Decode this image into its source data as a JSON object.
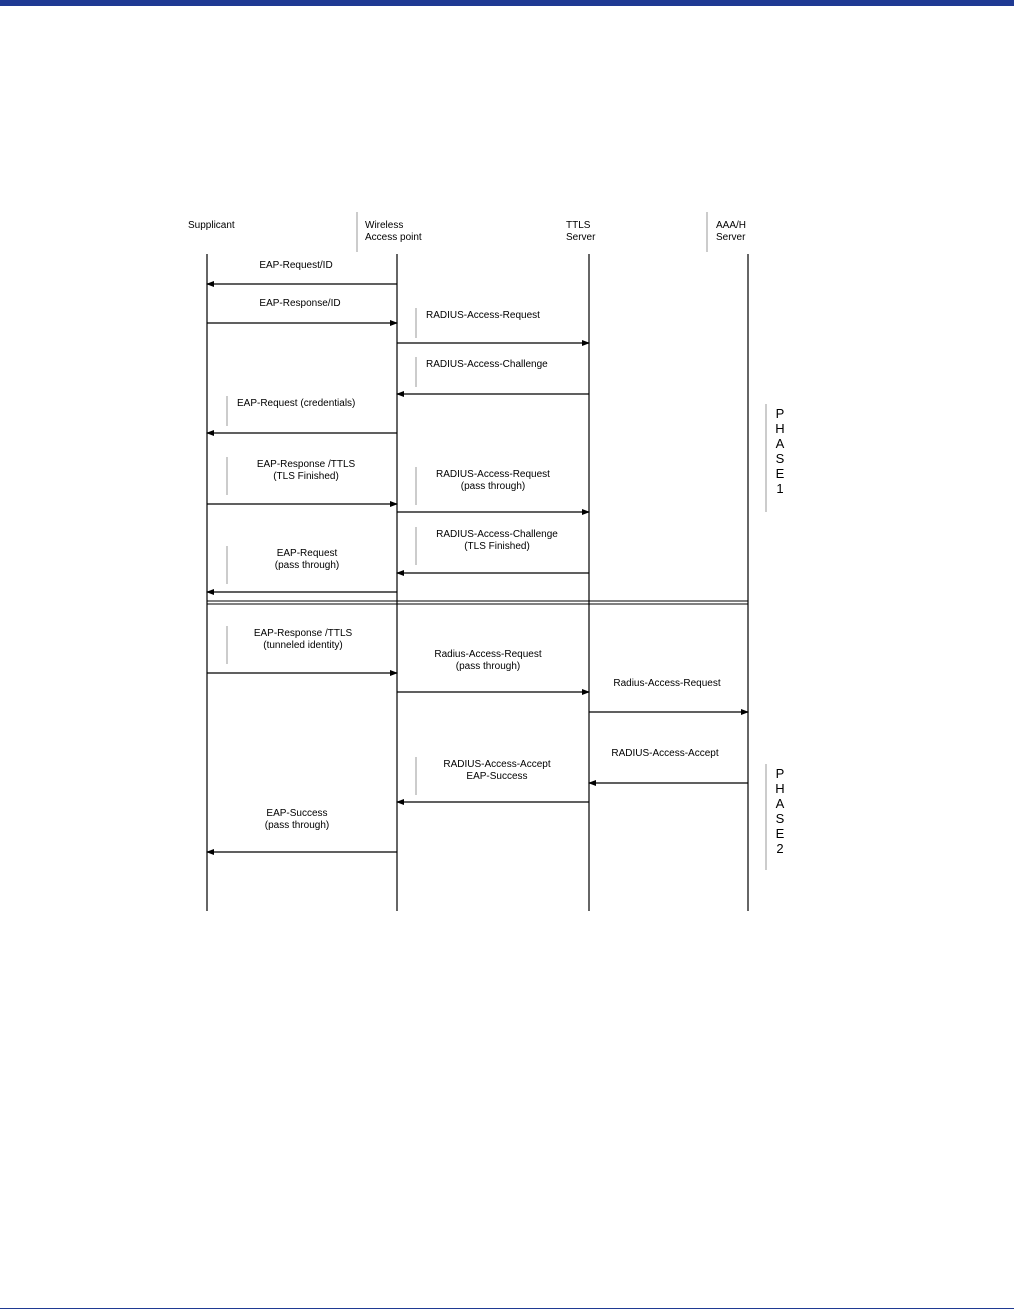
{
  "colors": {
    "accent": "#1f3a93",
    "line": "#000000",
    "divider": "#999999"
  },
  "participants": [
    {
      "id": "supplicant",
      "lines": [
        "Supplicant"
      ]
    },
    {
      "id": "ap",
      "lines": [
        "Wireless",
        "Access point"
      ]
    },
    {
      "id": "ttls",
      "lines": [
        "TTLS",
        "Server"
      ]
    },
    {
      "id": "aaa",
      "lines": [
        "AAA/H",
        "Server"
      ]
    }
  ],
  "messages": [
    {
      "from": "ap",
      "to": "supplicant",
      "lines": [
        "EAP-Request/ID"
      ]
    },
    {
      "from": "supplicant",
      "to": "ap",
      "lines": [
        "EAP-Response/ID"
      ]
    },
    {
      "from": "ap",
      "to": "ttls",
      "lines": [
        "RADIUS-Access-Request"
      ]
    },
    {
      "from": "ttls",
      "to": "ap",
      "lines": [
        "RADIUS-Access-Challenge"
      ]
    },
    {
      "from": "ap",
      "to": "supplicant",
      "lines": [
        "EAP-Request (credentials)"
      ]
    },
    {
      "from": "supplicant",
      "to": "ap",
      "lines": [
        "EAP-Response /TTLS",
        "(TLS Finished)"
      ]
    },
    {
      "from": "ap",
      "to": "ttls",
      "lines": [
        "RADIUS-Access-Request",
        "(pass through)"
      ]
    },
    {
      "from": "ttls",
      "to": "ap",
      "lines": [
        "RADIUS-Access-Challenge",
        "(TLS Finished)"
      ]
    },
    {
      "from": "ap",
      "to": "supplicant",
      "lines": [
        "EAP-Request",
        "(pass through)"
      ]
    },
    {
      "from": "supplicant",
      "to": "ap",
      "lines": [
        "EAP-Response /TTLS",
        "(tunneled identity)"
      ]
    },
    {
      "from": "ap",
      "to": "ttls",
      "lines": [
        "Radius-Access-Request",
        "(pass through)"
      ]
    },
    {
      "from": "ttls",
      "to": "aaa",
      "lines": [
        "Radius-Access-Request"
      ]
    },
    {
      "from": "aaa",
      "to": "ttls",
      "lines": [
        "RADIUS-Access-Accept"
      ]
    },
    {
      "from": "ttls",
      "to": "ap",
      "lines": [
        "RADIUS-Access-Accept",
        "EAP-Success"
      ]
    },
    {
      "from": "ap",
      "to": "supplicant",
      "lines": [
        "EAP-Success",
        "(pass through)"
      ]
    }
  ],
  "phases": [
    {
      "letters": [
        "P",
        "H",
        "A",
        "S",
        "E",
        "1"
      ]
    },
    {
      "letters": [
        "P",
        "H",
        "A",
        "S",
        "E",
        "2"
      ]
    }
  ]
}
